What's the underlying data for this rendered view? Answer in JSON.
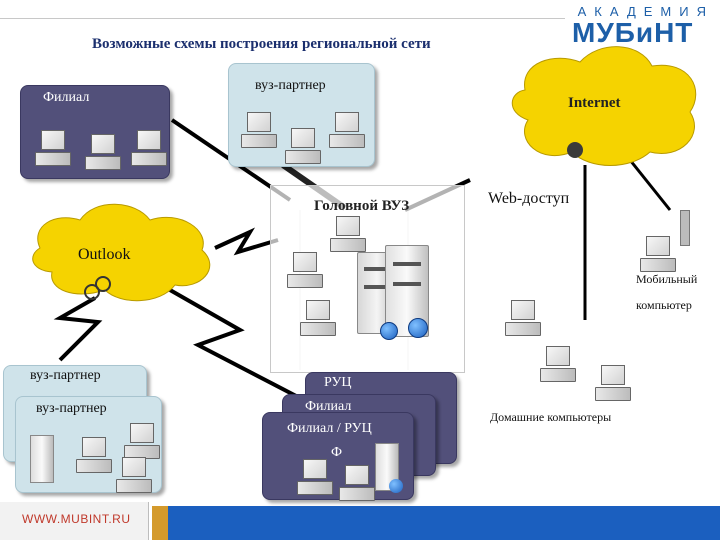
{
  "header": {
    "title": "Возможные схемы построения региональной сети",
    "logo_top": "АКАДЕМИЯ",
    "logo_main": "МУБиНТ"
  },
  "nodes": {
    "filial_top": "Филиал",
    "vuz_partner_top": "вуз-партнер",
    "internet": "Internet",
    "head_vuz": "Головной ВУЗ",
    "web_access": "Web-доступ",
    "outlook": "Outlook",
    "mobile_line1": "Мобильный",
    "mobile_line2": "компьютер",
    "vuz_partner_back": "вуз-партнер",
    "vuz_partner_front": "вуз-партнер",
    "rc_back": "РУЦ",
    "filial_mid": "Филиал",
    "filial_rc": "Филиал / РУЦ",
    "f_letter": "Ф",
    "home_computers": "Домашние компьютеры"
  },
  "footer": {
    "site": "WWW.MUBINT.RU"
  },
  "colors": {
    "dark_box": "#52507a",
    "light_box": "#cfe3ea",
    "cloud": "#f5d300",
    "footer_bar": "#d49a2c"
  }
}
